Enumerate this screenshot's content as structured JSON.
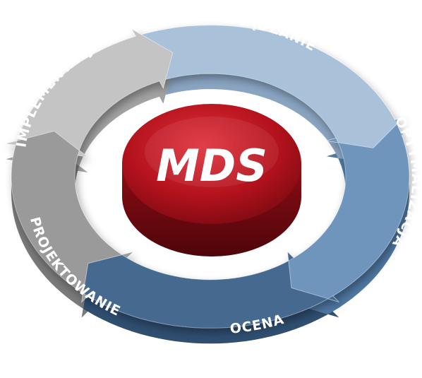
{
  "diagram": {
    "center_label": "MDS",
    "segments": [
      {
        "label": "ZARZĄDZANIE",
        "color": "#a9c1d9",
        "side": "#8aa5c2"
      },
      {
        "label": "OPTYMALIZACJA",
        "color": "#6f95bd",
        "side": "#4f78a3"
      },
      {
        "label": "OCENA",
        "color": "#45698f",
        "side": "#2f4e70"
      },
      {
        "label": "PROJEKTOWANIE",
        "color": "#9a9a9a",
        "side": "#7a7a7a"
      },
      {
        "label": "IMPLEMENTACJA",
        "color": "#c4c4c4",
        "side": "#a3a3a3"
      }
    ],
    "center_color": "#b3121c"
  }
}
